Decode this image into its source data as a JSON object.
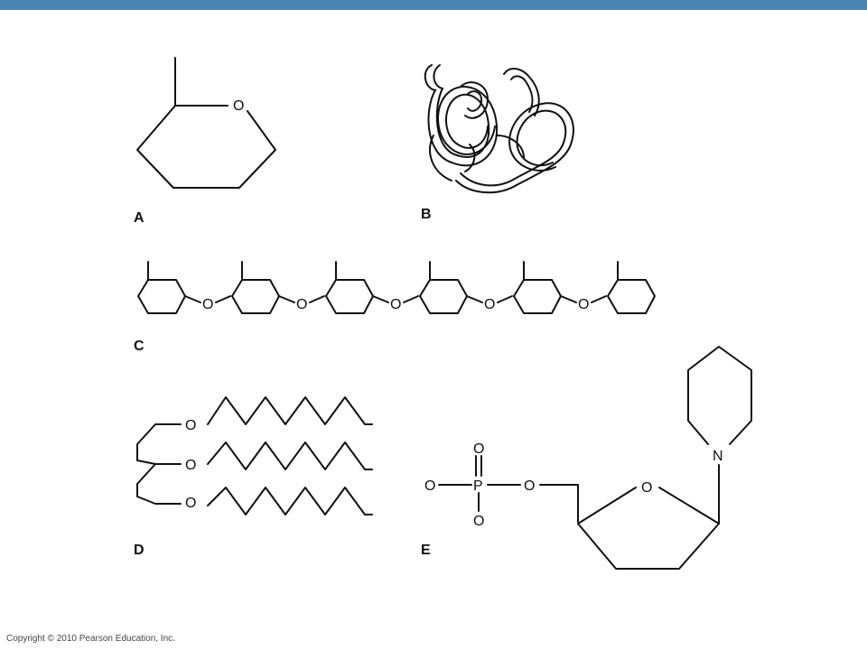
{
  "header": {
    "accent_color": "#4a86b4"
  },
  "panels": {
    "a": {
      "label": "A",
      "atoms": {
        "o": "O"
      }
    },
    "b": {
      "label": "B"
    },
    "c": {
      "label": "C",
      "atoms": {
        "o1": "O",
        "o2": "O",
        "o3": "O",
        "o4": "O",
        "o5": "O"
      }
    },
    "d": {
      "label": "D",
      "atoms": {
        "o1": "O",
        "o2": "O",
        "o3": "O"
      }
    },
    "e": {
      "label": "E",
      "atoms": {
        "o_top": "O",
        "o_left": "O",
        "p": "P",
        "o_right": "O",
        "o_bottom": "O",
        "o_ring": "O",
        "n": "N"
      }
    }
  },
  "footer": {
    "copyright": "Copyright © 2010 Pearson Education, Inc."
  }
}
